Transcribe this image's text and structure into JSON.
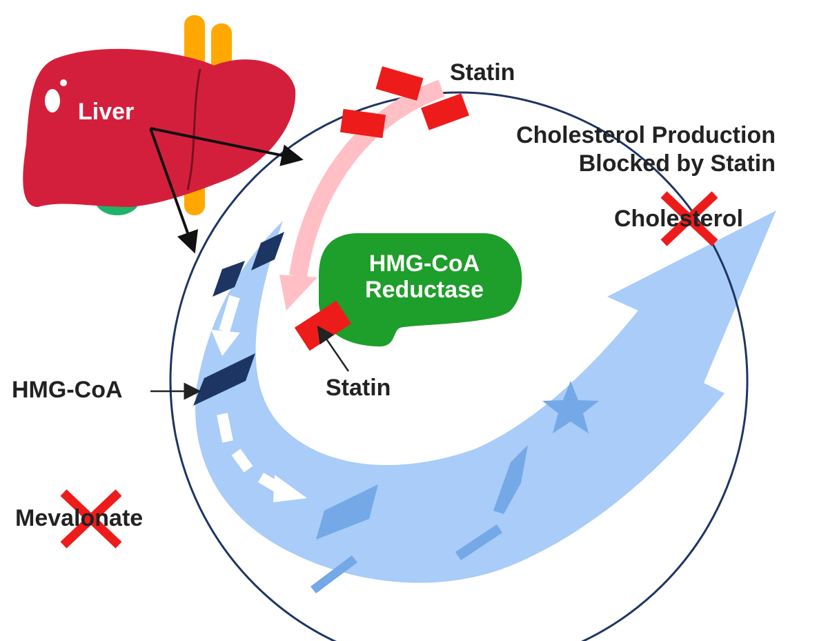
{
  "labels": {
    "liver": "Liver",
    "statin_top": "Statin",
    "blocked_line1": "Cholesterol Production",
    "blocked_line2": "Blocked by Statin",
    "cholesterol": "Cholesterol",
    "enzyme_line1": "HMG-CoA",
    "enzyme_line2": "Reductase",
    "hmg_coa": "HMG-CoA",
    "statin_bound": "Statin",
    "mevalonate": "Mevalonate"
  },
  "colors": {
    "liver": "#d41f3c",
    "liver_dark": "#7a1022",
    "gallbladder": "#1fb36a",
    "vessel": "#ffa800",
    "statin": "#ee1b1b",
    "enzyme": "#1e9e2a",
    "pathway": "#a9ccf8",
    "pathway_mark": "#74a8e6",
    "molecule": "#1d3562",
    "cell_outline": "#1d3562",
    "statin_path": "#ffbfc4",
    "cross": "#ee1b1b"
  },
  "icons": [
    "liver-organ",
    "statin-molecule",
    "enzyme-blob",
    "block-cross",
    "star-mark"
  ]
}
